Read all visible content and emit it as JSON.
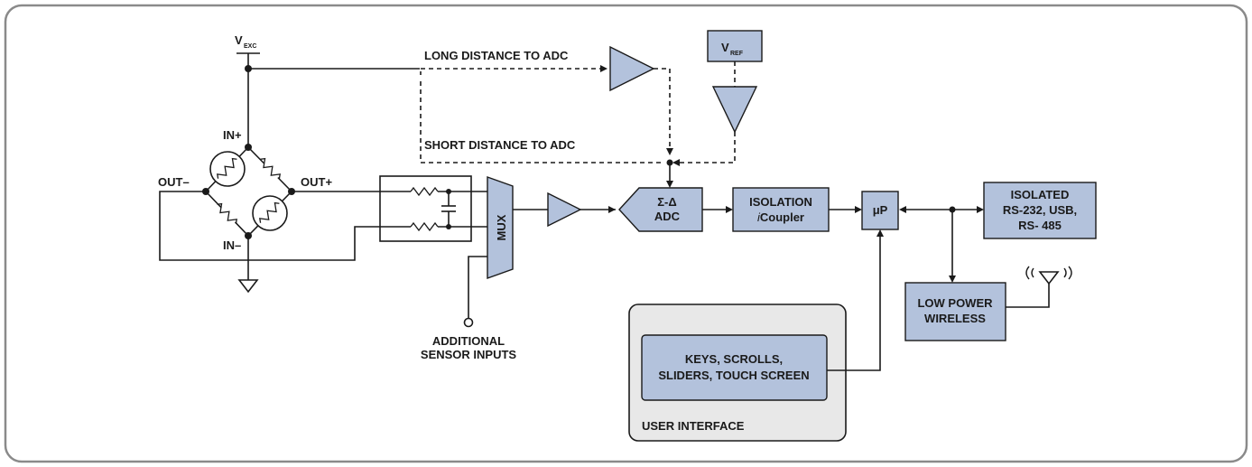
{
  "labels": {
    "vexc_main": "V",
    "vexc_sub": "EXC",
    "vref_main": "V",
    "vref_sub": "REF",
    "long_distance": "LONG DISTANCE TO ADC",
    "short_distance": "SHORT DISTANCE TO ADC",
    "in_plus": "IN+",
    "in_minus": "IN–",
    "out_minus": "OUT–",
    "out_plus": "OUT+",
    "mux": "MUX",
    "adc_line1": "Σ-Δ",
    "adc_line2": "ADC",
    "isolation_line1": "ISOLATION",
    "icoupler_i": "i",
    "icoupler_rest": "Coupler",
    "micro": "μP",
    "isolated_line1": "ISOLATED",
    "isolated_line2": "RS-232, USB,",
    "isolated_line3": "RS- 485",
    "lowpower_line1": "LOW POWER",
    "lowpower_line2": "WIRELESS",
    "additional_line1": "ADDITIONAL",
    "additional_line2": "SENSOR INPUTS",
    "keys_line1": "KEYS, SCROLLS,",
    "keys_line2": "SLIDERS, TOUCH SCREEN",
    "user_interface": "USER INTERFACE"
  },
  "colors": {
    "block_fill": "#b3c2dc",
    "panel_fill": "#e8e8e8",
    "frame_stroke": "#8a8a8a",
    "line": "#1a1a1a"
  }
}
